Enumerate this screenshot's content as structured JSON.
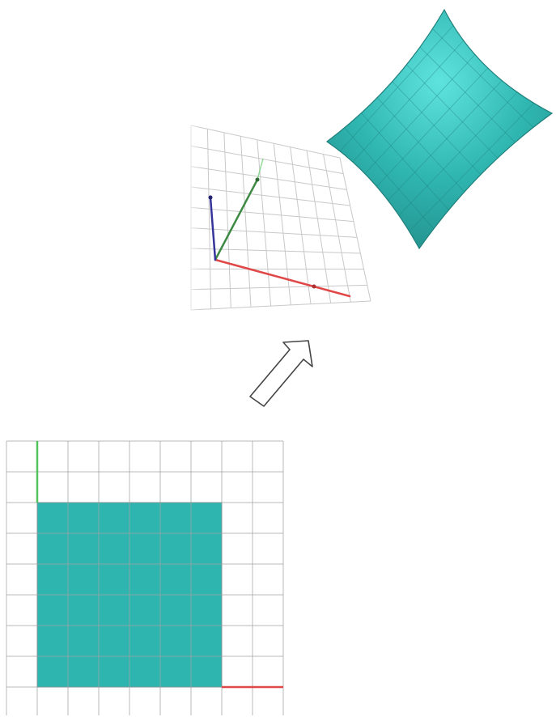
{
  "colors": {
    "background": "#ffffff",
    "grid_line": "#c8c8c8",
    "grid_line_dark": "#a0a0a0",
    "surface_fill": "#2fb5b0",
    "surface_light": "#5fe3df",
    "surface_dark": "#23908c",
    "surface_edge": "#1f7f7b",
    "axis_x": "#e04848",
    "axis_y": "#52c45a",
    "axis_y_3d": "#3e8a44",
    "axis_z_3d": "#34349a",
    "arrow_outline": "#444444",
    "arrow_fill": "#ffffff"
  },
  "icons": {
    "transform_arrow": "hollow-diagonal-arrow-icon"
  },
  "views": {
    "flat": {
      "grid_columns": 9,
      "grid_rows": 9,
      "patch_columns": 6,
      "patch_rows": 6,
      "axes": [
        "x",
        "y"
      ]
    },
    "perspective": {
      "grid_columns": 9,
      "grid_rows": 9,
      "axes": [
        "x",
        "y",
        "z"
      ]
    },
    "curved_surface": {
      "mesh_divisions": 8,
      "shape": "saddle-patch"
    }
  }
}
